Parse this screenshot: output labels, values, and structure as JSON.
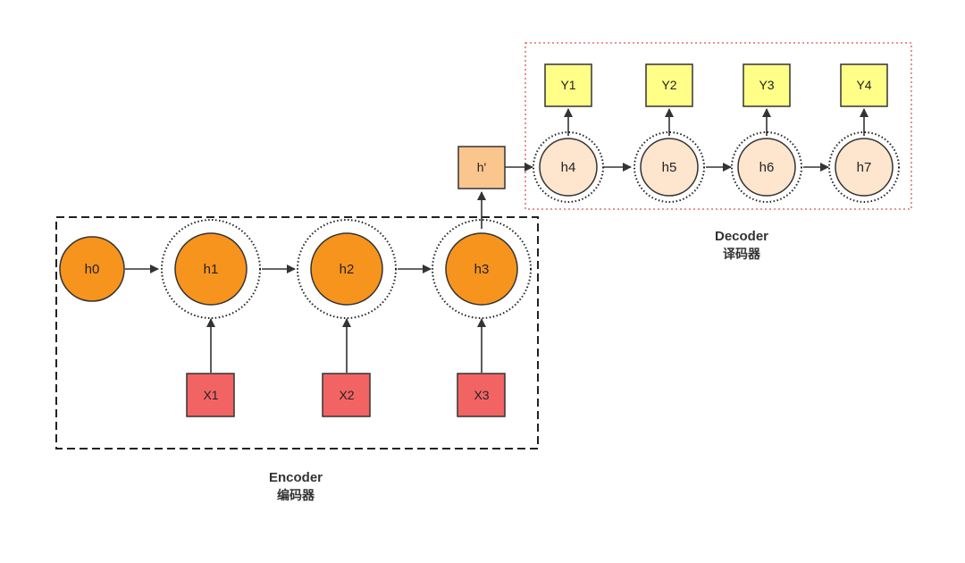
{
  "colors": {
    "encoder_node": "#f7941d",
    "decoder_node": "#fde5ce",
    "input_box": "#f26464",
    "output_box": "#ffff88",
    "context_box": "#fbc58e",
    "decoder_border": "#e05050"
  },
  "encoder": {
    "label": "Encoder",
    "label_cn": "编码器",
    "nodes": [
      "h0",
      "h1",
      "h2",
      "h3"
    ],
    "inputs": [
      "X1",
      "X2",
      "X3"
    ]
  },
  "context": {
    "label": "h'"
  },
  "decoder": {
    "label": "Decoder",
    "label_cn": "译码器",
    "nodes": [
      "h4",
      "h5",
      "h6",
      "h7"
    ],
    "outputs": [
      "Y1",
      "Y2",
      "Y3",
      "Y4"
    ]
  }
}
